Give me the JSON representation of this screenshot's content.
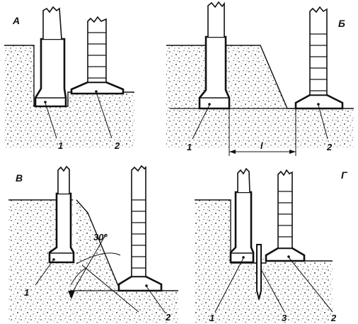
{
  "panels": [
    {
      "letter": "А",
      "callouts": [
        "1",
        "2"
      ]
    },
    {
      "letter": "Б",
      "callouts": [
        "1",
        "2"
      ],
      "dimension": "l"
    },
    {
      "letter": "В",
      "callouts": [
        "1",
        "2"
      ],
      "angle": "30º"
    },
    {
      "letter": "Г",
      "callouts": [
        "1",
        "3",
        "2"
      ]
    }
  ],
  "colors": {
    "ink": "#111111",
    "paper": "#ffffff"
  }
}
